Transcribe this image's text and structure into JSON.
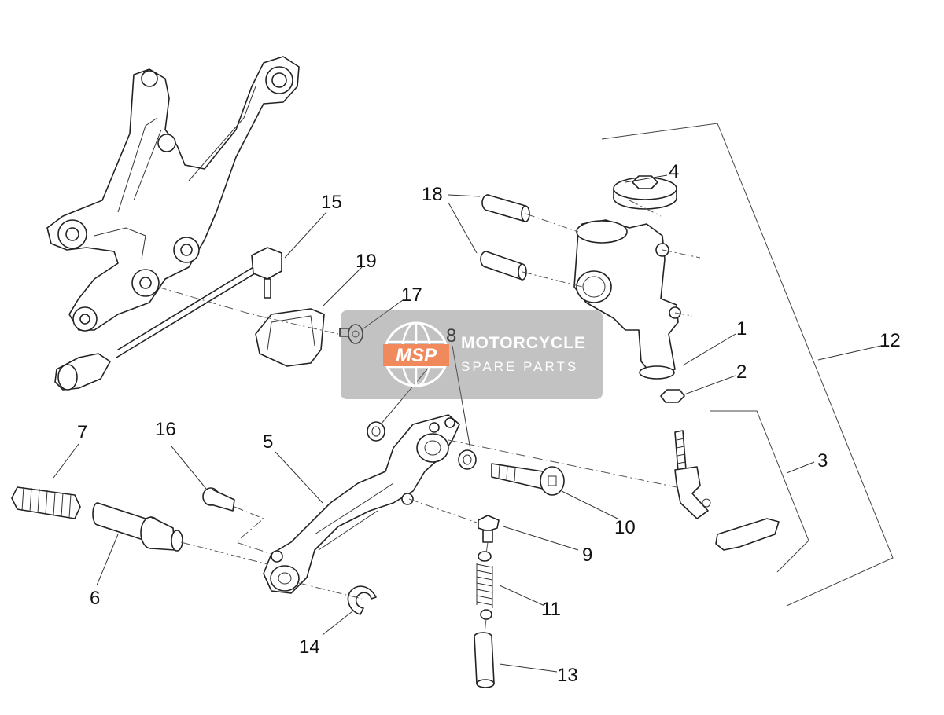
{
  "diagram": {
    "callouts": [
      "1",
      "2",
      "3",
      "4",
      "5",
      "6",
      "7",
      "8",
      "9",
      "10",
      "11",
      "12",
      "13",
      "14",
      "15",
      "16",
      "17",
      "18",
      "19"
    ]
  },
  "watermark": {
    "logo_text": "MSP",
    "title": "MOTORCYCLE",
    "subtitle": "SPARE PARTS",
    "accent_color": "#f08a5d"
  }
}
